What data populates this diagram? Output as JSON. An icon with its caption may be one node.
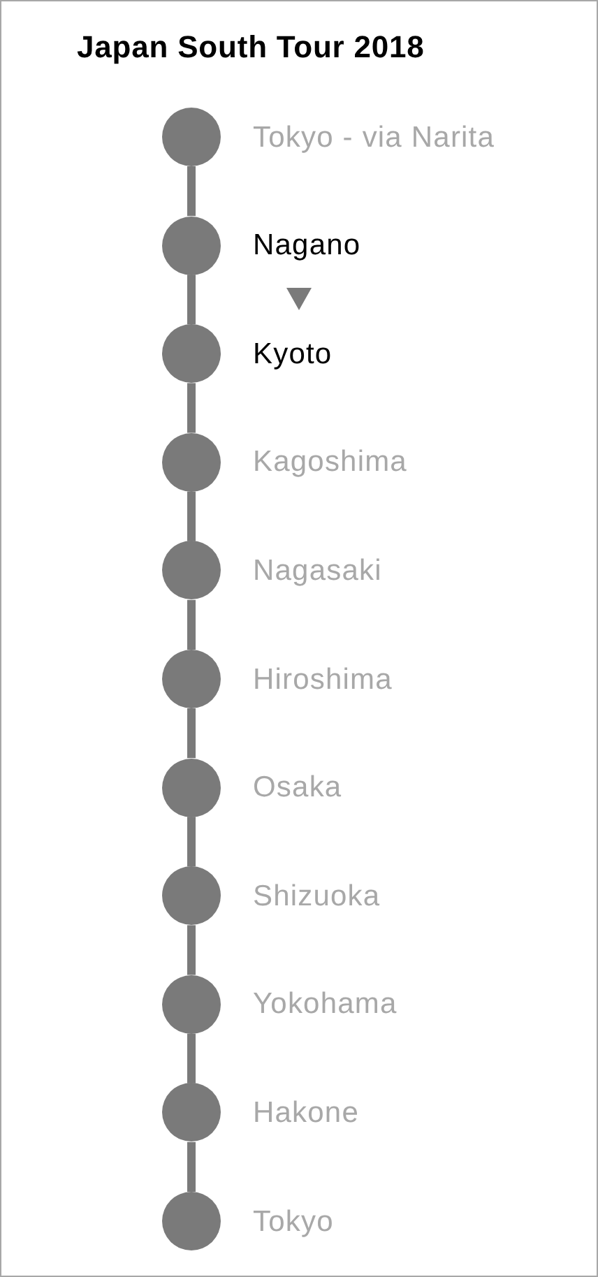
{
  "diagram": {
    "title": "Japan South Tour 2018",
    "nodes": [
      {
        "text": [],
        "shape": "circle",
        "beside": [
          "Tokyo - via Narita"
        ]
      },
      {
        "text": [],
        "shape": "circle",
        "beside": [
          "Nagano"
        ]
      },
      {
        "text": [],
        "shape": "circle",
        "beside": [
          "Kyoto"
        ]
      },
      {
        "text": [],
        "shape": "circle",
        "beside": [
          "Kagoshima"
        ]
      },
      {
        "text": [],
        "shape": "circle",
        "beside": [
          "Nagasaki"
        ]
      },
      {
        "text": [],
        "shape": "circle",
        "beside": [
          "Hiroshima"
        ]
      },
      {
        "text": [],
        "shape": "circle",
        "beside": [
          "Osaka"
        ]
      },
      {
        "text": [],
        "shape": "circle",
        "beside": [
          "Shizuoka"
        ]
      },
      {
        "text": [],
        "shape": "circle",
        "beside": [
          "Yokohama"
        ]
      },
      {
        "text": [],
        "shape": "circle",
        "beside": [
          "Hakone"
        ]
      },
      {
        "text": [],
        "shape": "circle",
        "beside": [
          "Tokyo"
        ]
      }
    ],
    "edges": [
      {
        "from": 0,
        "to": 1,
        "arrow": "none"
      },
      {
        "from": 1,
        "to": 2,
        "arrow": "none"
      },
      {
        "from": 2,
        "to": 3,
        "arrow": "none"
      },
      {
        "from": 3,
        "to": 4,
        "arrow": "none"
      },
      {
        "from": 4,
        "to": 5,
        "arrow": "none"
      },
      {
        "from": 5,
        "to": 6,
        "arrow": "none"
      },
      {
        "from": 6,
        "to": 7,
        "arrow": "none"
      },
      {
        "from": 7,
        "to": 8,
        "arrow": "none"
      },
      {
        "from": 8,
        "to": 9,
        "arrow": "none"
      },
      {
        "from": 9,
        "to": 10,
        "arrow": "none"
      }
    ]
  }
}
